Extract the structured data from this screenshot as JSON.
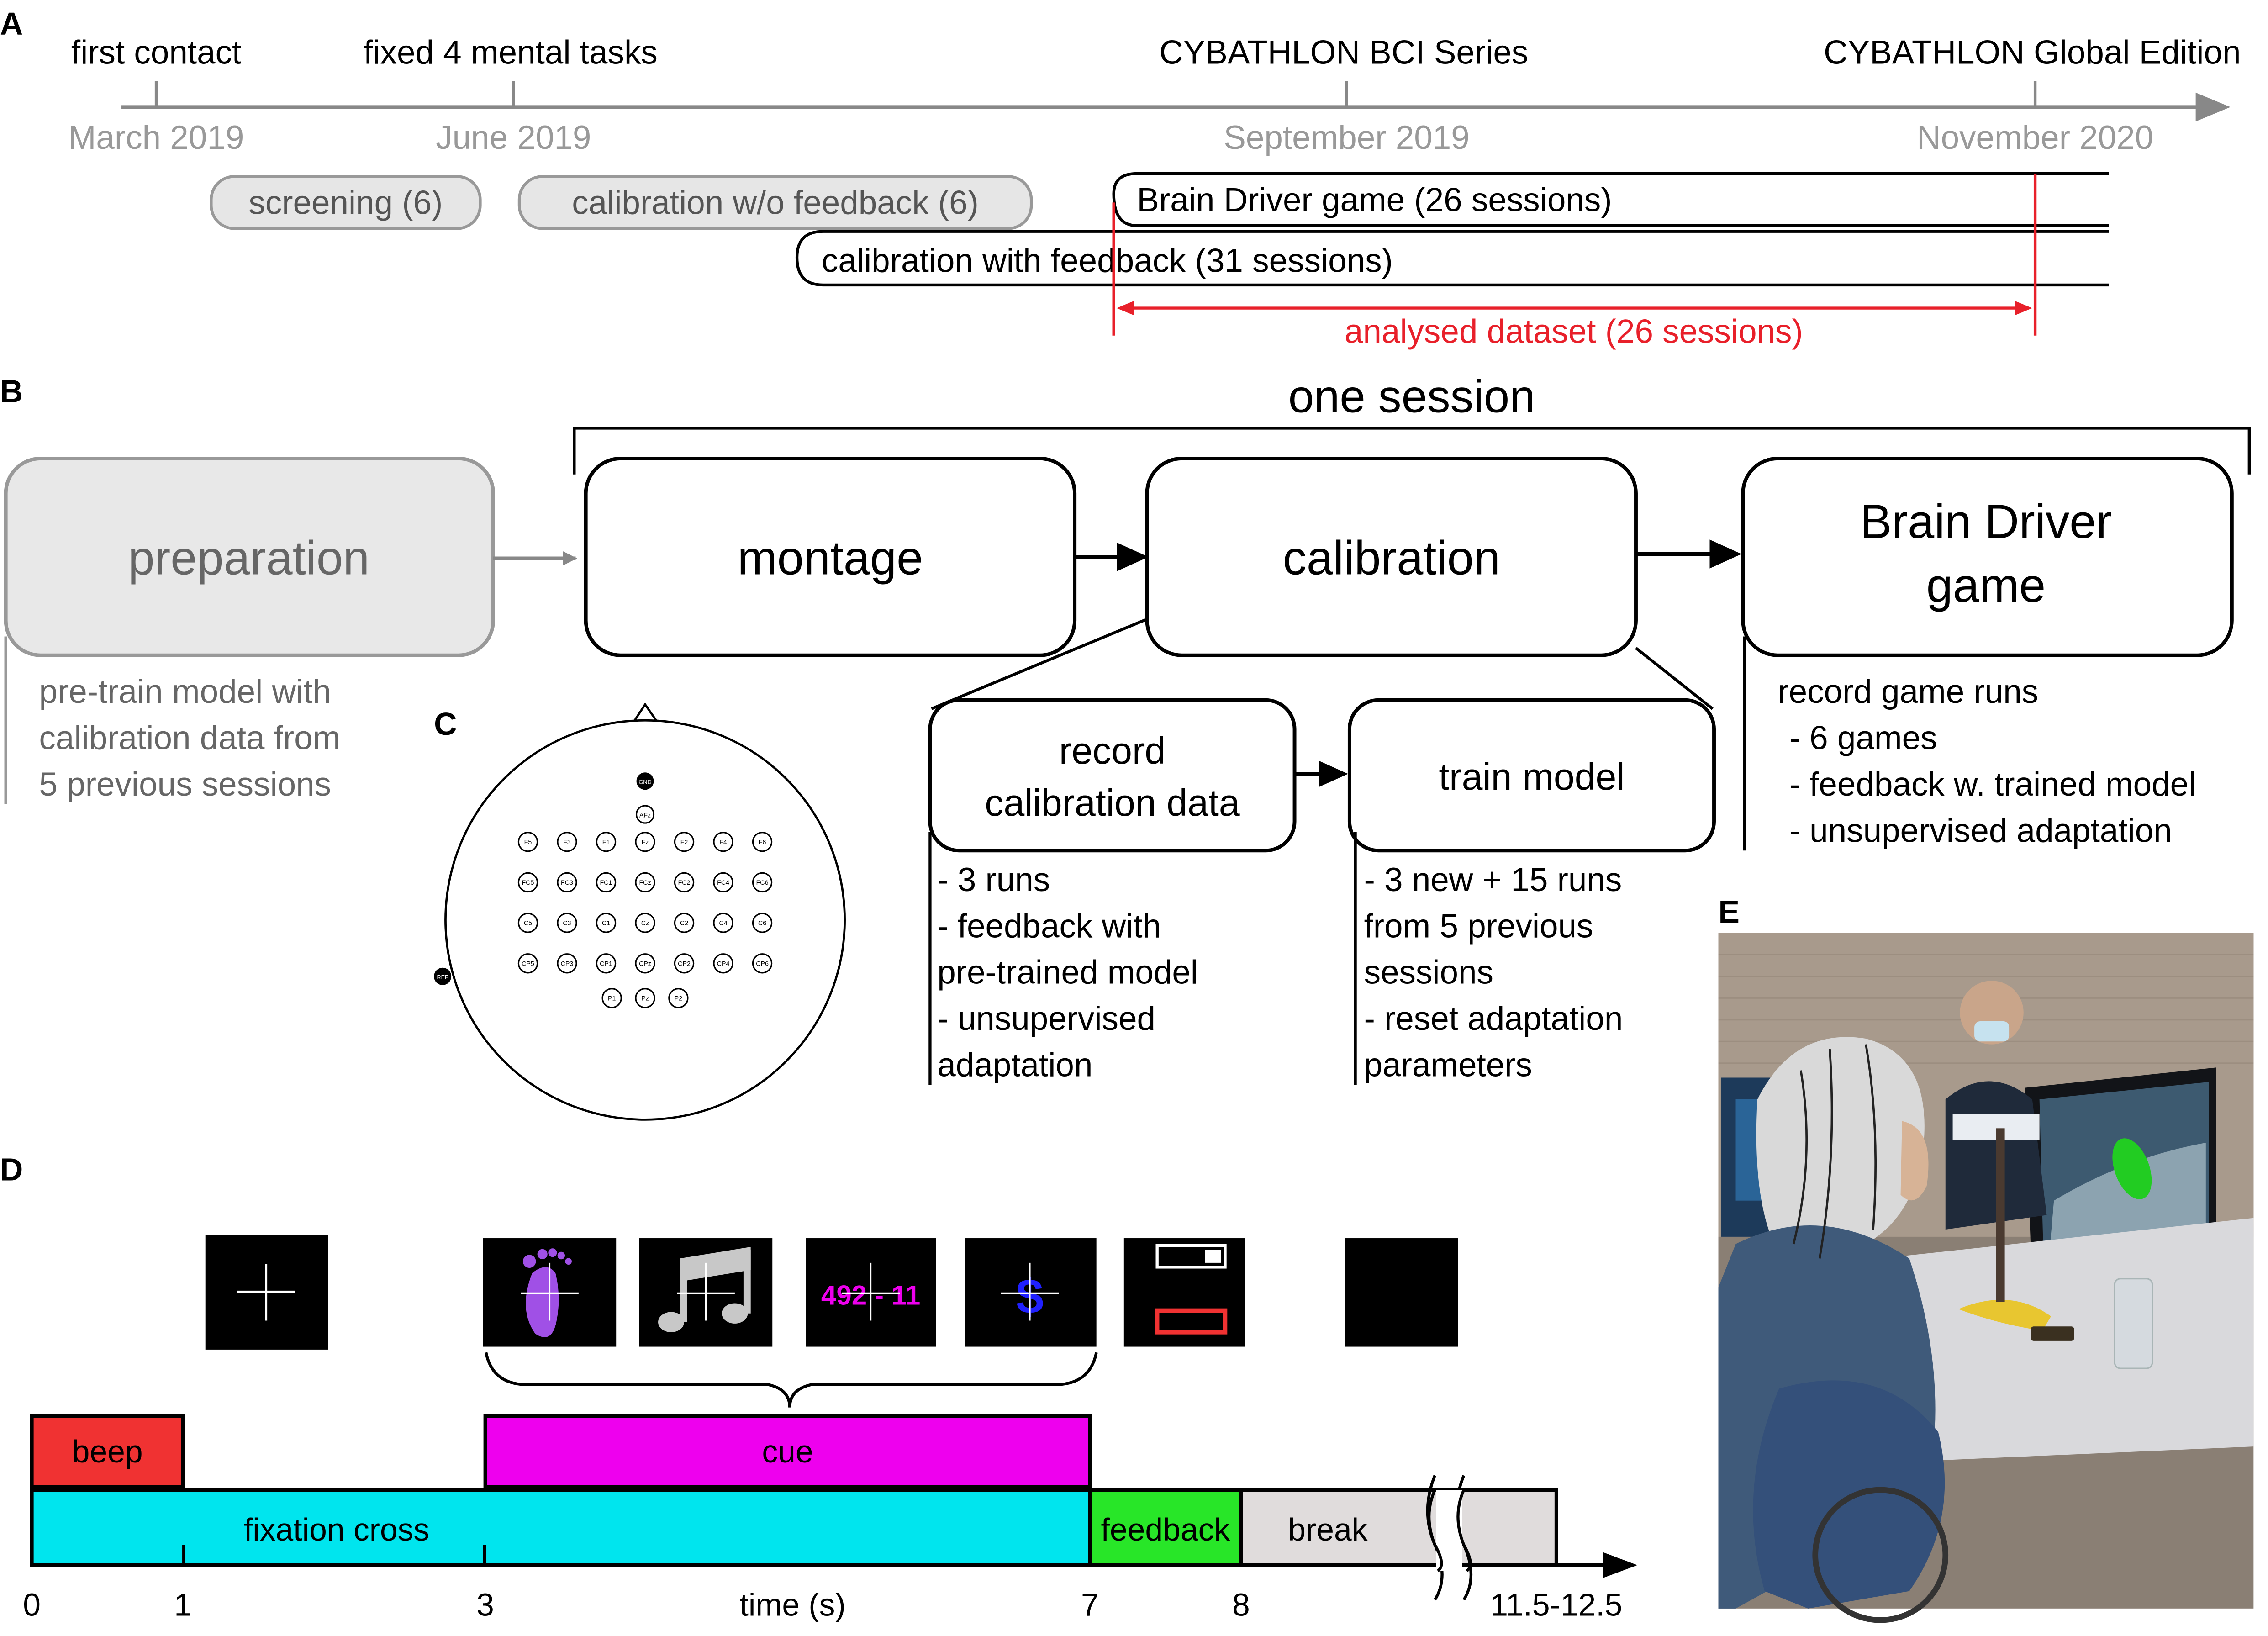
{
  "panels": {
    "a": "A",
    "b": "B",
    "c": "C",
    "d": "D",
    "e": "E"
  },
  "timeline": {
    "events": [
      "first contact",
      "fixed 4 mental tasks",
      "CYBATHLON BCI Series",
      "CYBATHLON Global Edition"
    ],
    "dates": [
      "March 2019",
      "June 2019",
      "September 2019",
      "November 2020"
    ],
    "phases": {
      "screening": "screening (6)",
      "calibration_no_feedback": "calibration w/o feedback (6)",
      "brain_driver": "Brain Driver game (26 sessions)",
      "calibration_feedback": "calibration with feedback (31 sessions)",
      "analysed": "analysed dataset (26 sessions)"
    }
  },
  "session": {
    "title": "one session",
    "preparation": "preparation",
    "montage": "montage",
    "calibration": "calibration",
    "game_line1": "Brain Driver",
    "game_line2": "game",
    "prep_notes": [
      "pre-train model with",
      "calibration data from",
      "5 previous sessions"
    ],
    "record_line1": "record",
    "record_line2": "calibration data",
    "train": "train model",
    "record_notes": [
      "- 3 runs",
      "- feedback with",
      "  pre-trained model",
      "- unsupervised",
      "  adaptation"
    ],
    "train_notes": [
      "- 3 new + 15 runs",
      "  from 5 previous",
      "  sessions",
      "- reset adaptation",
      "  parameters"
    ],
    "game_notes": [
      "record game runs",
      "- 6 games",
      "- feedback w. trained model",
      "- unsupervised adaptation"
    ]
  },
  "electrodes": {
    "gnd": "GND",
    "ref": "REF",
    "afz": "AFz",
    "row1": [
      "F5",
      "F3",
      "F1",
      "Fz",
      "F2",
      "F4",
      "F6"
    ],
    "row2": [
      "FC5",
      "FC3",
      "FC1",
      "FCz",
      "FC2",
      "FC4",
      "FC6"
    ],
    "row3": [
      "C5",
      "C3",
      "C1",
      "Cz",
      "C2",
      "C4",
      "C6"
    ],
    "row4": [
      "CP5",
      "CP3",
      "CP1",
      "CPz",
      "CP2",
      "CP4",
      "CP6"
    ],
    "row5": [
      "P1",
      "Pz",
      "P2"
    ]
  },
  "trial": {
    "beep": "beep",
    "cue": "cue",
    "fixation": "fixation cross",
    "feedback": "feedback",
    "break": "break",
    "xlabel": "time (s)",
    "ticks": [
      "0",
      "1",
      "3",
      "7",
      "8",
      "11.5-12.5"
    ],
    "math_cue": "492 - 11",
    "word_cue": "$"
  },
  "colors": {
    "beep": "#f03232",
    "cue": "#ee00ee",
    "fixation": "#00e5ee",
    "feedback": "#28e628",
    "break": "#e0dcdc",
    "highlight": "#e8202a",
    "foot": "#a050e6",
    "word": "#2020ff"
  }
}
